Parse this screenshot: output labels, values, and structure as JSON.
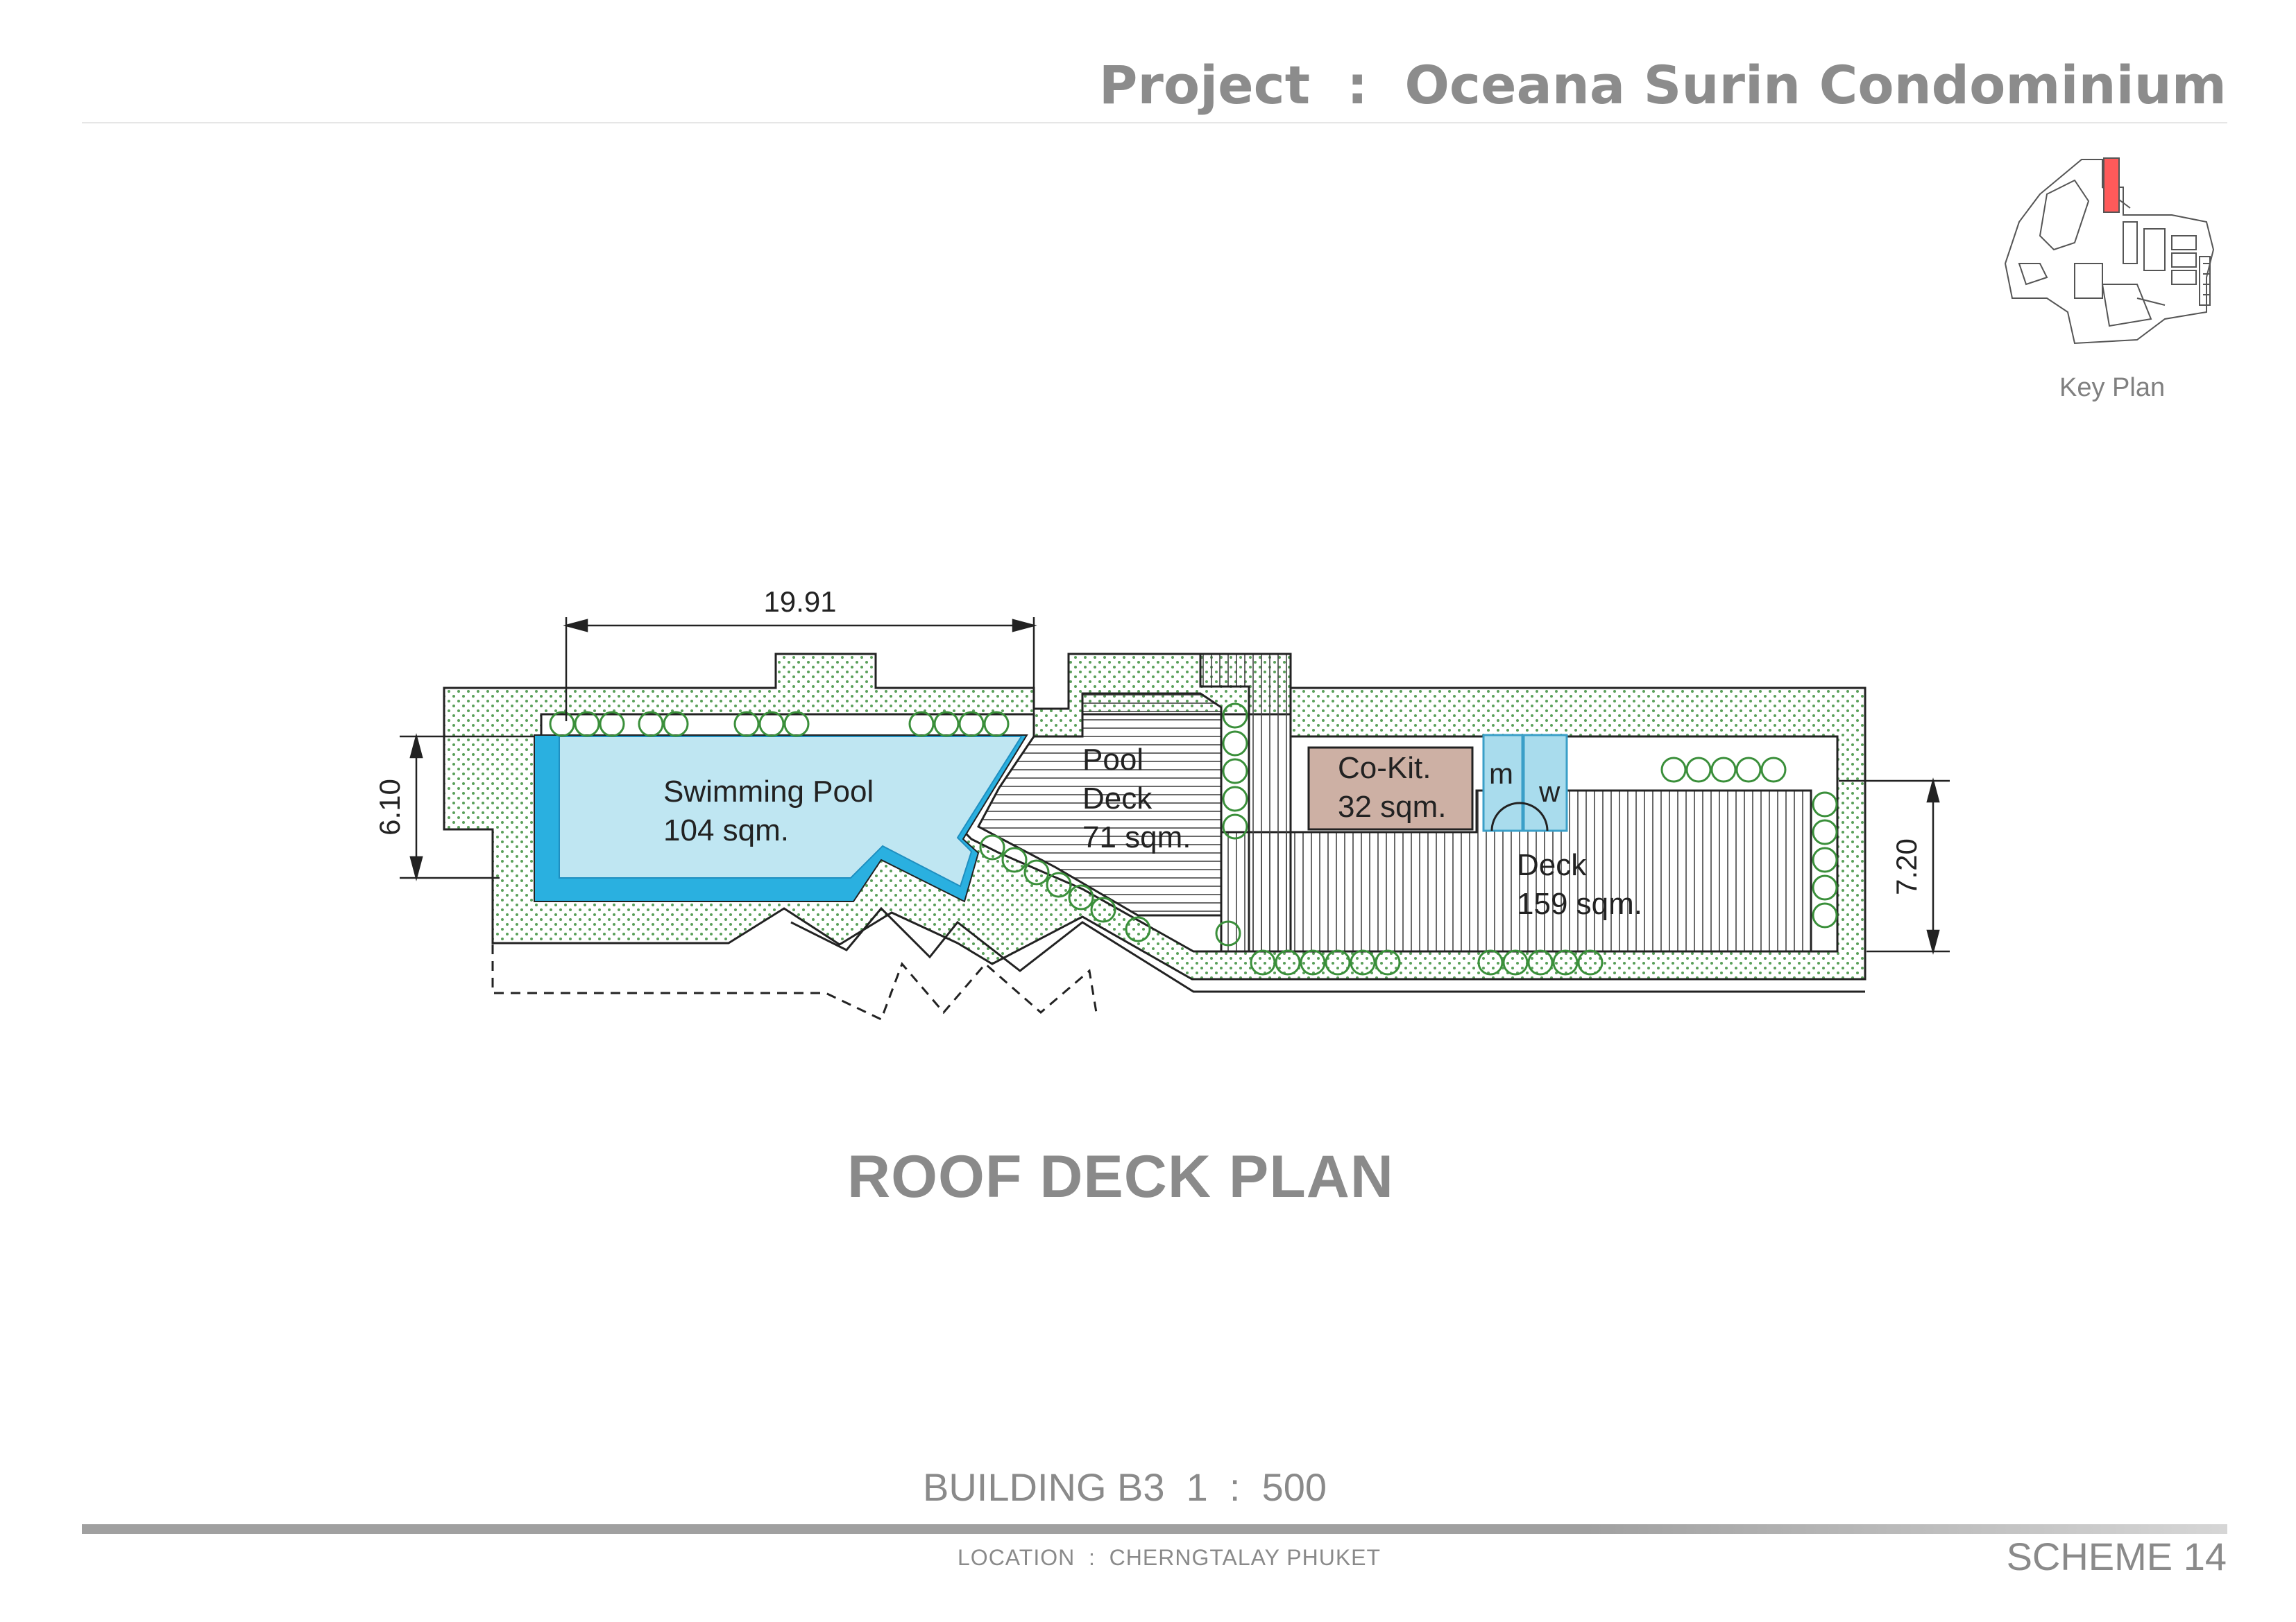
{
  "header": {
    "project_label": "Project",
    "separator": ":",
    "project_name": "Oceana Surin Condominium"
  },
  "key_plan": {
    "label": "Key Plan",
    "highlight_color": "#ff5a5a"
  },
  "plan": {
    "title": "ROOF DECK PLAN",
    "dimensions": {
      "pool_length": "19.91",
      "pool_width": "6.10",
      "deck_width": "7.20"
    },
    "rooms": {
      "pool_name": "Swimming Pool",
      "pool_area": "104 sqm.",
      "pool_deck_name_1": "Pool",
      "pool_deck_name_2": "Deck",
      "pool_deck_area": "71 sqm.",
      "cokit_name": "Co-Kit.",
      "cokit_area": "32 sqm.",
      "toilet_m": "m",
      "toilet_w": "w",
      "deck_name": "Deck",
      "deck_area": "159 sqm."
    },
    "colors": {
      "pool_fill": "#bfe6f2",
      "pool_edge": "#2ab0e0",
      "cokit_fill": "#cdb0a4",
      "toilet_fill": "#a9dced",
      "planter_dots": "#5aa05a",
      "shrub_stroke": "#3a8f3a"
    }
  },
  "footer": {
    "scale": "BUILDING B3  1  :  500",
    "location": "LOCATION  :  CHERNGTALAY PHUKET",
    "scheme": "SCHEME 14"
  }
}
